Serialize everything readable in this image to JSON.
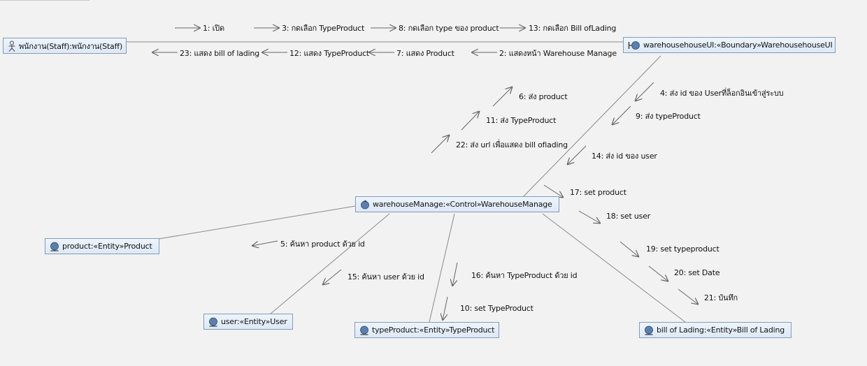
{
  "objects": {
    "staff": "พนักงาน(Staff):พนักงาน(Staff)",
    "ui": "warehousehouseUI:«Boundary»WarehousehouseUI",
    "control": "warehouseManage:«Control»WarehouseManage",
    "product": "product:«Entity»Product",
    "user": "user:«Entity»User",
    "typeProduct": "typeProduct:«Entity»TypeProduct",
    "bill": "bill of Lading:«Entity»Bill of Lading"
  },
  "messages": {
    "m1": "1: เปิด",
    "m2": "2: แสดงหน้า Warehouse Manage",
    "m3": "3: กดเลือก TypeProduct",
    "m4": "4: ส่ง id ของ Userที่ล็อกอินเข้าสู่ระบบ",
    "m5": "5: ค้นหา product ด้วย id",
    "m6": "6: ส่ง product",
    "m7": "7: แสดง Product",
    "m8": "8: กดเลือก type ของ product",
    "m9": "9: ส่ง typeProduct",
    "m10": "10: set TypeProduct",
    "m11": "11: ส่ง TypeProduct",
    "m12": "12: แสดง TypeProduct",
    "m13": "13: กดเลือก Bill ofLading",
    "m14": "14: ส่ง id ของ user",
    "m15": "15: ค้นหา user ด้วย id",
    "m16": "16: ค้นหา TypeProduct ด้วย id",
    "m17": "17: set product",
    "m18": "18: set user",
    "m19": "19: set typeproduct",
    "m20": "20: set Date",
    "m21": "21: บันทึก",
    "m22": "22: ส่ง url เพื่อแสดง bill ofiading",
    "m23": "23: แสดง bill of lading"
  },
  "colors": {
    "node_border": "#7f9db9",
    "node_fill": "#e4eef9",
    "line": "#888888",
    "background": "#f2f2f2"
  },
  "icons": {
    "staff": "actor-icon",
    "ui": "boundary-icon",
    "control": "control-icon",
    "entity": "entity-icon"
  }
}
